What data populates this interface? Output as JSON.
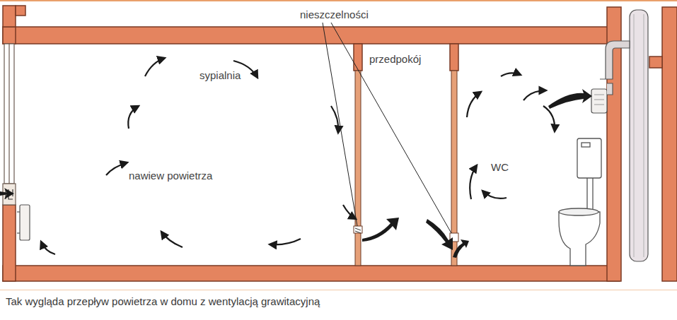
{
  "diagram": {
    "caption": "Tak wygląda przepływ powietrza w domu z wentylacją grawitacyjną",
    "labels": [
      "nieszczelności",
      "przedpokój",
      "sypialnia",
      "nawiew powietrza",
      "WC"
    ]
  }
}
